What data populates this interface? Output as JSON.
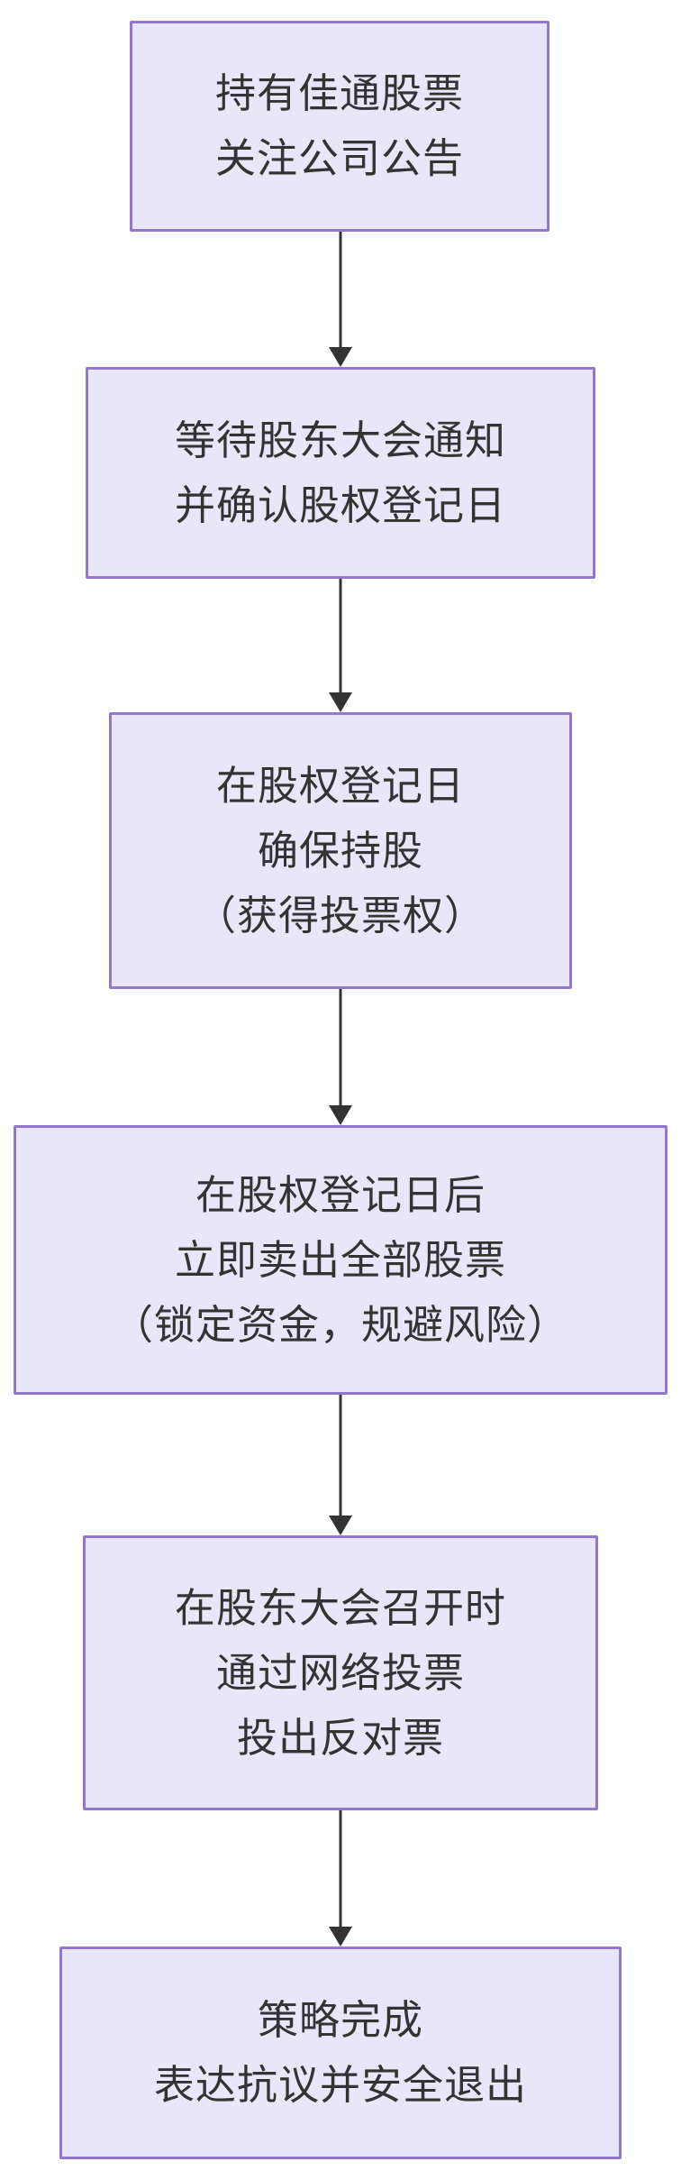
{
  "diagram": {
    "type": "flowchart",
    "direction": "top-down",
    "colors": {
      "background": "#ffffff",
      "node_fill": "#e9e6f9",
      "node_border": "#9377cf",
      "text": "#333333",
      "arrow": "#333333"
    },
    "nodes": [
      {
        "id": "hold-stock",
        "lines": [
          "持有佳通股票",
          "关注公司公告"
        ]
      },
      {
        "id": "wait-meeting-notice",
        "lines": [
          "等待股东大会通知",
          "并确认股权登记日"
        ]
      },
      {
        "id": "hold-on-record-date",
        "lines": [
          "在股权登记日",
          "确保持股",
          "（获得投票权）"
        ]
      },
      {
        "id": "sell-after-record-date",
        "lines": [
          "在股权登记日后",
          "立即卖出全部股票",
          "（锁定资金，规避风险）"
        ]
      },
      {
        "id": "vote-against-online",
        "lines": [
          "在股东大会召开时",
          "通过网络投票",
          "投出反对票"
        ]
      },
      {
        "id": "strategy-complete",
        "lines": [
          "策略完成",
          "表达抗议并安全退出"
        ]
      }
    ],
    "edges": [
      {
        "from": "hold-stock",
        "to": "wait-meeting-notice"
      },
      {
        "from": "wait-meeting-notice",
        "to": "hold-on-record-date"
      },
      {
        "from": "hold-on-record-date",
        "to": "sell-after-record-date"
      },
      {
        "from": "sell-after-record-date",
        "to": "vote-against-online"
      },
      {
        "from": "vote-against-online",
        "to": "strategy-complete"
      }
    ]
  }
}
